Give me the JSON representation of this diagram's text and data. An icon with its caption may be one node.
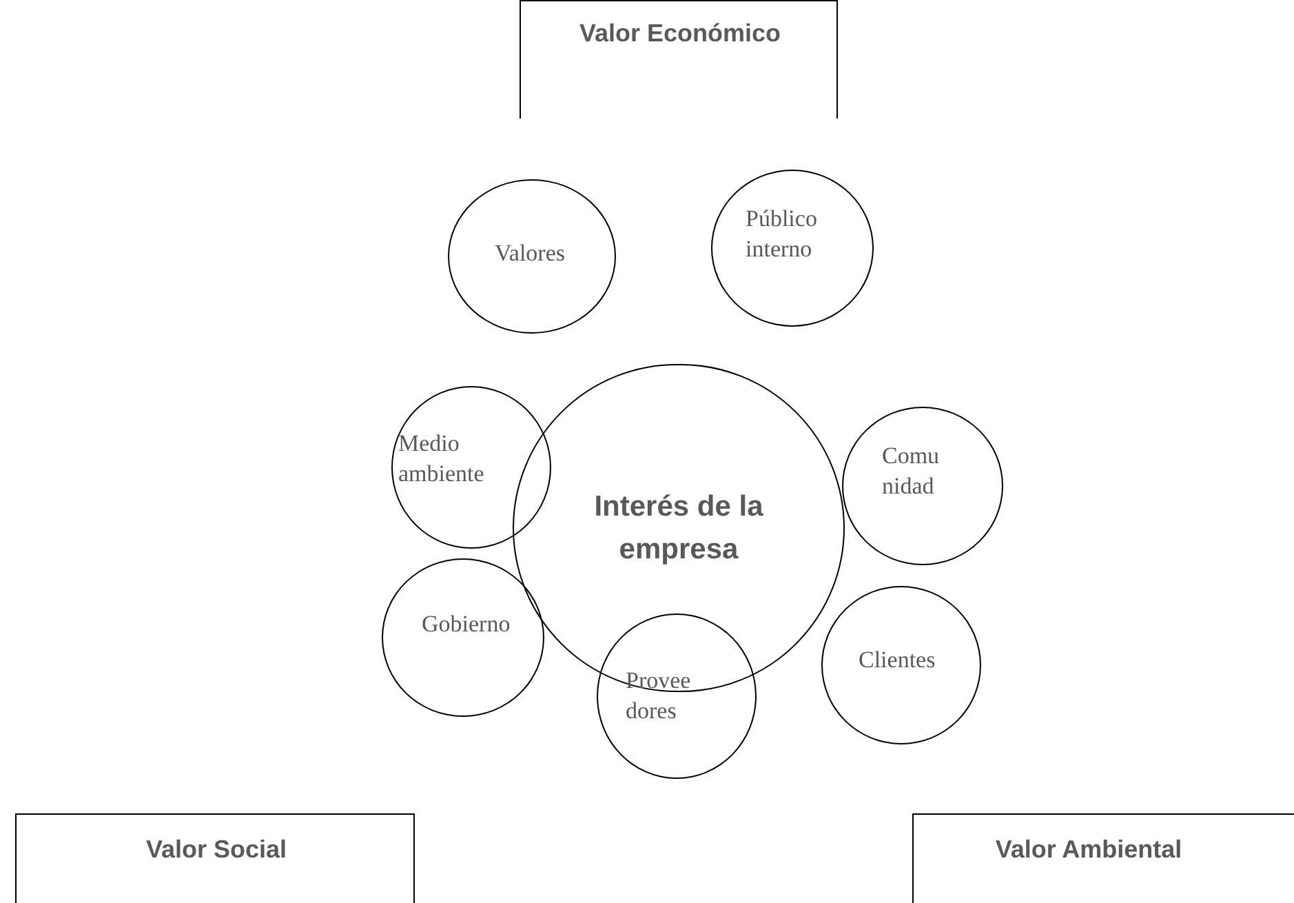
{
  "diagram": {
    "nodes": [
      {
        "text": [
          "Valor Económico"
        ]
      },
      {
        "text": [
          "Interés de la empresa"
        ]
      },
      {
        "text": [
          "Valores"
        ]
      },
      {
        "text": [
          "Público interno"
        ]
      },
      {
        "text": [
          "Medio ambiente"
        ]
      },
      {
        "text": [
          "Comu nidad"
        ]
      },
      {
        "text": [
          "Gobierno"
        ]
      },
      {
        "text": [
          "Provee dores"
        ]
      },
      {
        "text": [
          "Clientes"
        ]
      },
      {
        "text": [
          "Valor Social"
        ]
      },
      {
        "text": [
          "Valor Ambiental"
        ]
      }
    ]
  }
}
